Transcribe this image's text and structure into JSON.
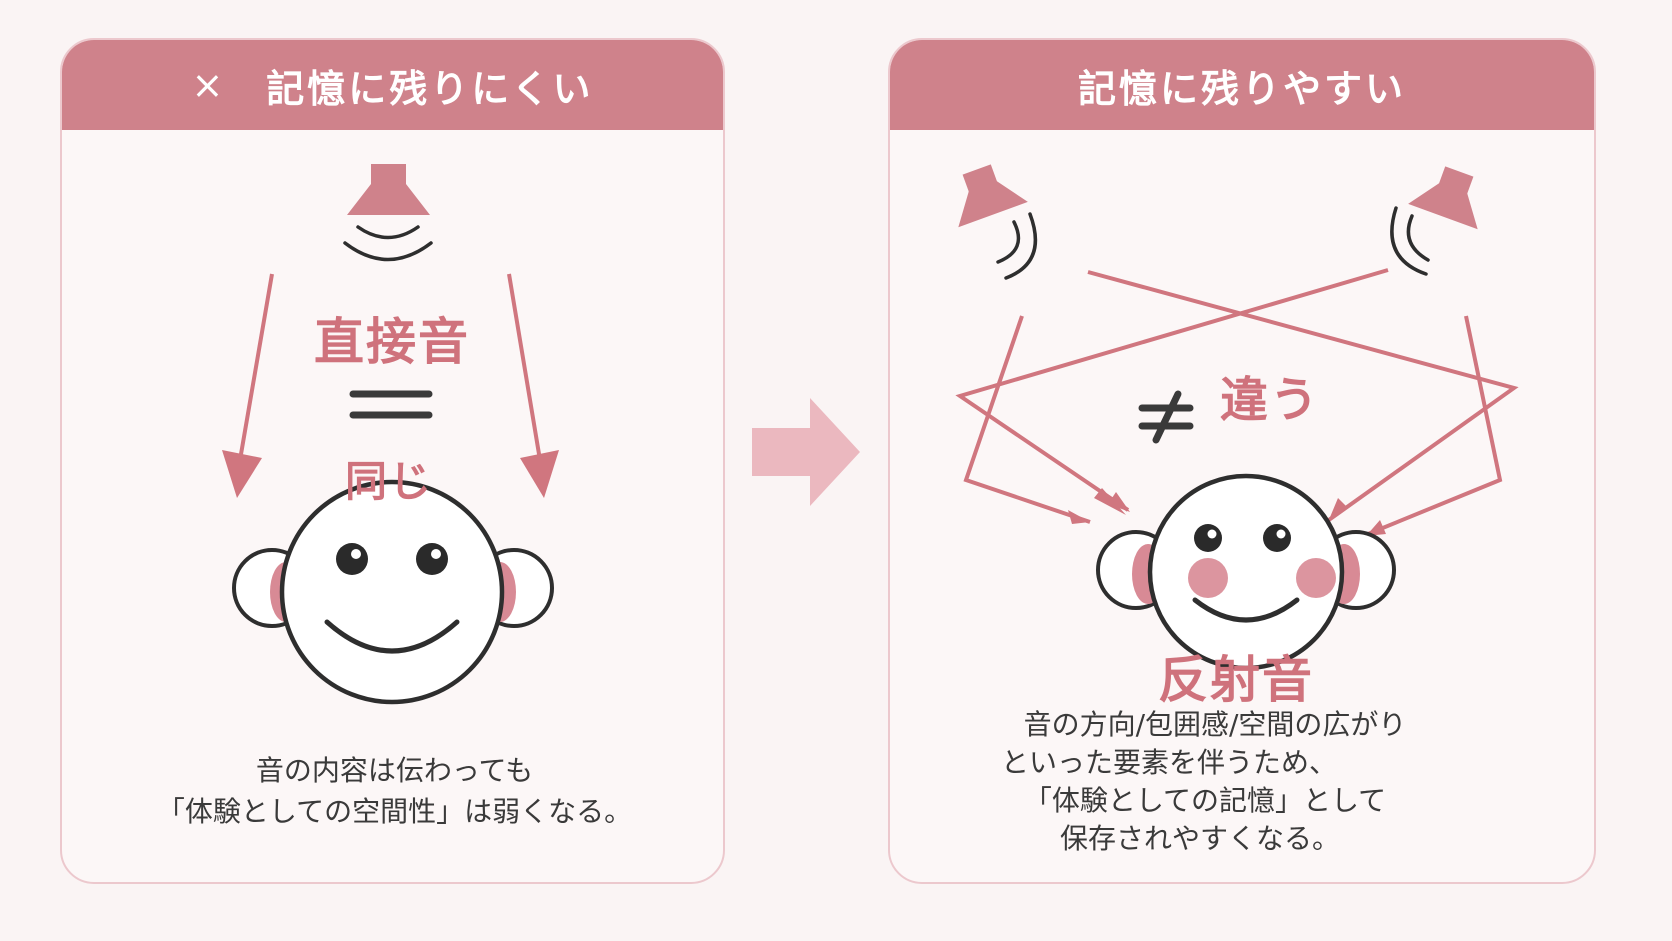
{
  "left_panel": {
    "header_mark": "×",
    "header_title": "記憶に残りにくい",
    "label_direct": "直接音",
    "label_same": "同じ",
    "description": [
      "音の内容は伝わっても",
      "「体験としての空間性」は弱くなる。"
    ]
  },
  "right_panel": {
    "header_title": "記憶に残りやすい",
    "label_different": "違う",
    "label_reflected": "反射音",
    "description": [
      "音の方向/包囲感/空間の広がり",
      "といった要素を伴うため、",
      "「体験としての記憶」として",
      "保存されやすくなる。"
    ]
  },
  "colors": {
    "accent": "#cf828b",
    "accent_text": "#cf727c",
    "cheek": "#d88a95",
    "arrow_right": "#ebb8bf",
    "line": "#2e2e2e",
    "background": "#faf4f4"
  },
  "icons": [
    "speaker-icon",
    "sound-wave-icon",
    "face-icon",
    "arrow-right-icon",
    "equals-icon",
    "not-equal-icon"
  ]
}
